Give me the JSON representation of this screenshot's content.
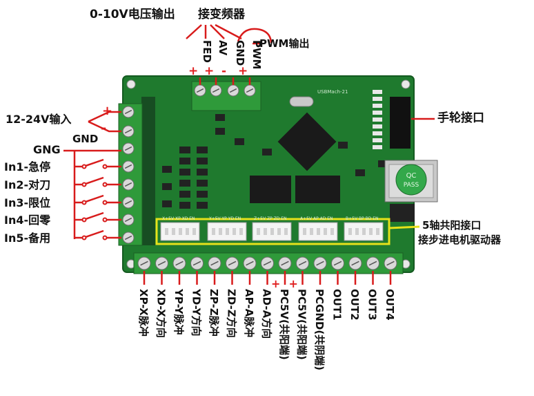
{
  "top": {
    "title_left": "0-10V电压输出",
    "title_right": "接变频器",
    "pwm_label": "PWM输出",
    "pins": [
      "FED",
      "AV",
      "GND",
      "PWM"
    ],
    "signs": [
      "+",
      "+",
      "-",
      "+"
    ]
  },
  "power": {
    "label": "12-24V输入",
    "plus": "+",
    "minus": "-",
    "gnd": "GND"
  },
  "inputs": {
    "gng": "GNG",
    "items": [
      "In1-急停",
      "In2-对刀",
      "In3-限位",
      "In4-回零",
      "In5-备用"
    ]
  },
  "right": {
    "handwheel": "手轮接口",
    "common_anode": "5轴共阳接口",
    "stepper": "接步进电机驱动器"
  },
  "board": {
    "header_labels": [
      "X+5V XP XD EN",
      "Y+5V YP YD EN",
      "Z+5V ZP ZD EN",
      "A+5V AP AD EN",
      "B+5V BP BD EN"
    ],
    "chip_text": "USBMach-21",
    "qc_top": "QC",
    "qc_bottom": "PASS"
  },
  "bottom": {
    "pins": [
      "XP-X脉冲",
      "XD-X方向",
      "YP-Y脉冲",
      "YD-Y方向",
      "ZP-Z脉冲",
      "ZD-Z方向",
      "AP-A脉冲",
      "AD-A方向",
      "PC5V(共阳端)",
      "PC5V(共阳端)",
      "PCGND(共阴端)",
      "OUT1",
      "OUT2",
      "OUT3",
      "OUT4"
    ],
    "plus": "+"
  },
  "colors": {
    "board": "#1f7a2e",
    "terminal": "#2f9a3a",
    "wire": "#d81b1b",
    "highlight": "#e6e21a"
  }
}
